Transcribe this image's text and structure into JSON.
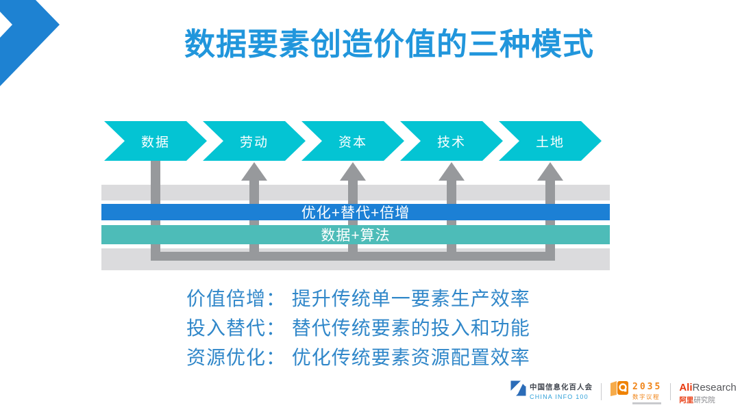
{
  "slide_title": {
    "text": "数据要素创造价值的三种模式",
    "color": "#2196DC"
  },
  "diagram": {
    "factors": [
      {
        "label": "数据"
      },
      {
        "label": "劳动"
      },
      {
        "label": "资本"
      },
      {
        "label": "技术"
      },
      {
        "label": "土地"
      }
    ],
    "factor_chevron_color": "#04C4D3",
    "layers": [
      {
        "label": "优化+替代+倍增",
        "color": "#1C80D5"
      },
      {
        "label": "数据+算法",
        "color": "#4DBCB8"
      }
    ],
    "track_color": "#DBDBDD",
    "connector_color": "#97999C"
  },
  "modes": [
    {
      "text": "价值倍增： 提升传统单一要素生产效率"
    },
    {
      "text": "投入替代： 替代传统要素的投入和功能"
    },
    {
      "text": "资源优化： 优化传统要素资源配置效率"
    }
  ],
  "footer": {
    "china_info": {
      "cn": "中国信息化百人会",
      "en": "CHINA INFO 100"
    },
    "agenda2035": {
      "title": "2035",
      "sub": "数字议程",
      "color": "#F08519"
    },
    "aliresearch": {
      "brand_bold": "Ali",
      "brand_rest": "Research",
      "cn_bold": "阿里",
      "cn_rest": "研究院",
      "accent": "#E8380D"
    }
  }
}
